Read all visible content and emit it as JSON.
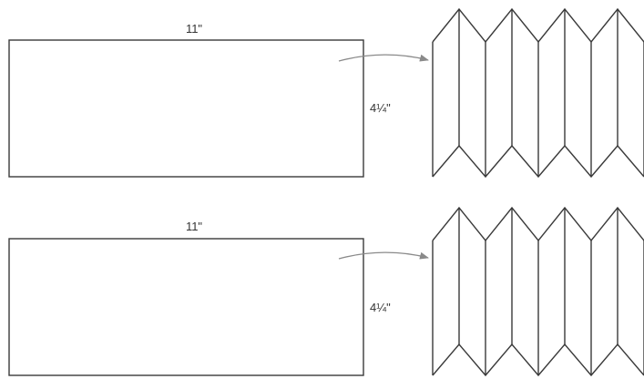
{
  "colors": {
    "outline": "#3a3a3a",
    "arrow": "#8a8a8a",
    "label": "#333333",
    "background": "#ffffff"
  },
  "figures": [
    {
      "paper": {
        "width_label": "11\"",
        "height_label": "4¼\""
      },
      "arrow": "curved-arrow-right",
      "folded": {
        "shape": "accordion-fold",
        "panels": 8
      }
    },
    {
      "paper": {
        "width_label": "11\"",
        "height_label": "4¼\""
      },
      "arrow": "curved-arrow-right",
      "folded": {
        "shape": "accordion-fold",
        "panels": 8
      }
    }
  ]
}
